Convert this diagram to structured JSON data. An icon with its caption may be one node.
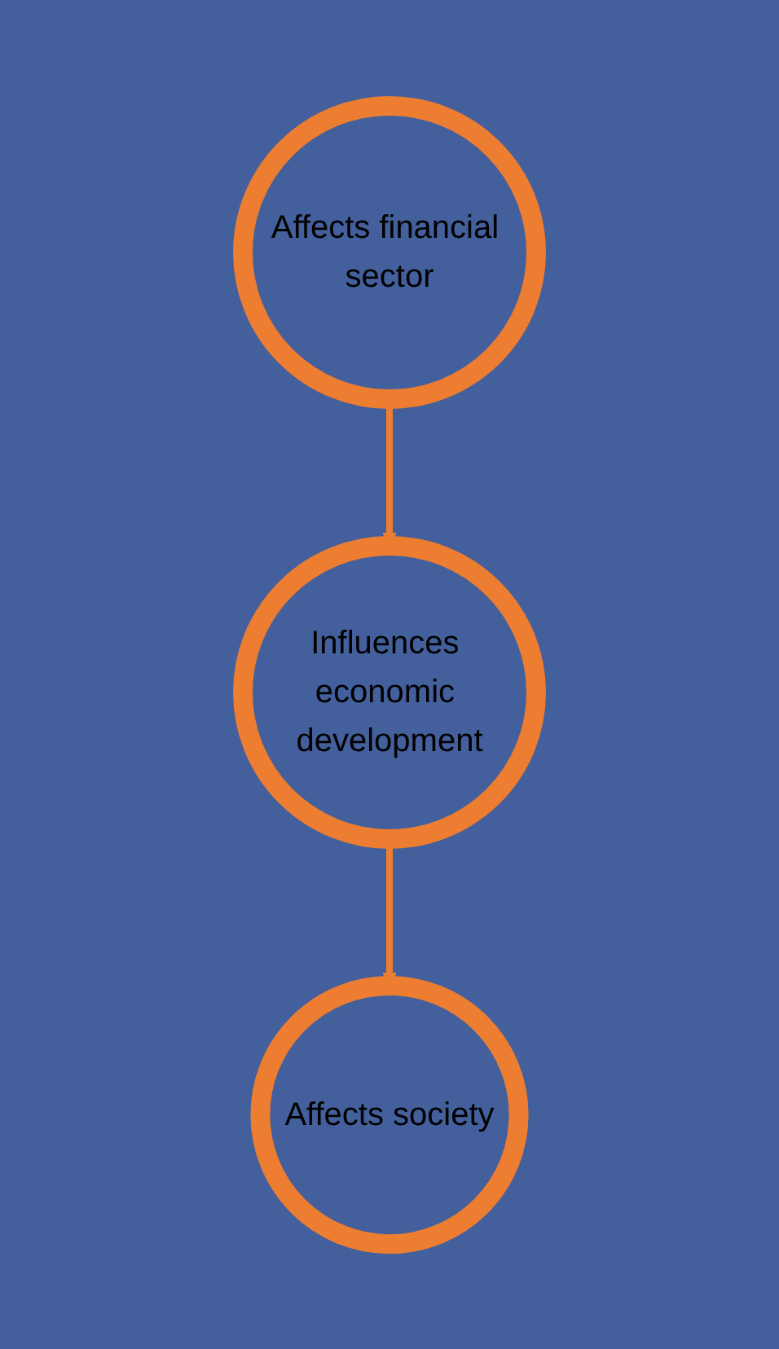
{
  "diagram": {
    "nodes": [
      {
        "text": [
          "Affects financial sector"
        ]
      },
      {
        "text": [
          "Influences economic development"
        ]
      },
      {
        "text": [
          "Affects society"
        ]
      }
    ],
    "edges": [
      {
        "from": 0,
        "to": 1,
        "arrow": "to"
      },
      {
        "from": 1,
        "to": 2,
        "arrow": "to"
      }
    ]
  }
}
